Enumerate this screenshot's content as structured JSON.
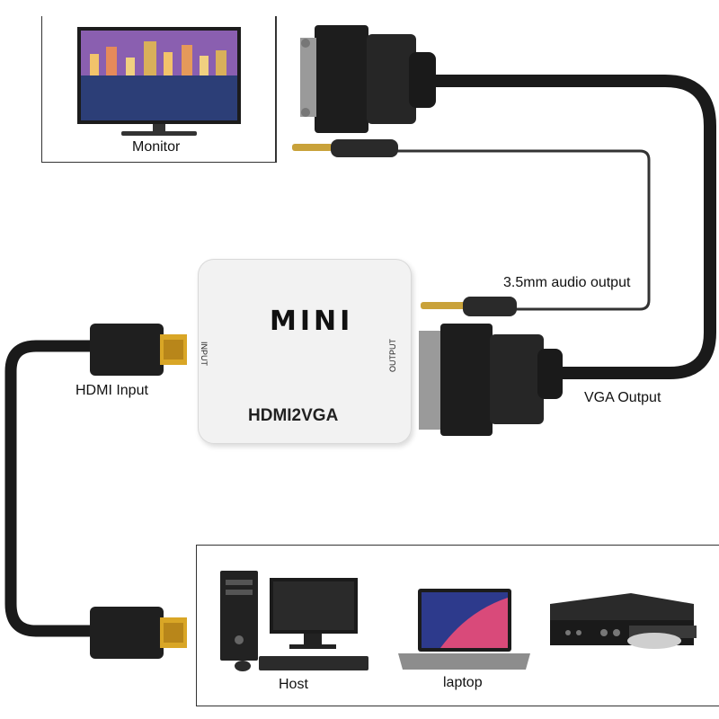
{
  "labels": {
    "monitor": "Monitor",
    "audio_output": "3.5mm audio output",
    "vga_output": "VGA Output",
    "hdmi_input": "HDMI Input",
    "host": "Host",
    "laptop": "laptop"
  },
  "adapter": {
    "brand": "MINI",
    "model": "HDMI2VGA",
    "port_input": "INPUT",
    "port_output": "OUTPUT"
  },
  "colors": {
    "cable": "#1a1a1a",
    "hdmi_gold": "#d9a626",
    "adapter_body": "#f2f2f2"
  }
}
